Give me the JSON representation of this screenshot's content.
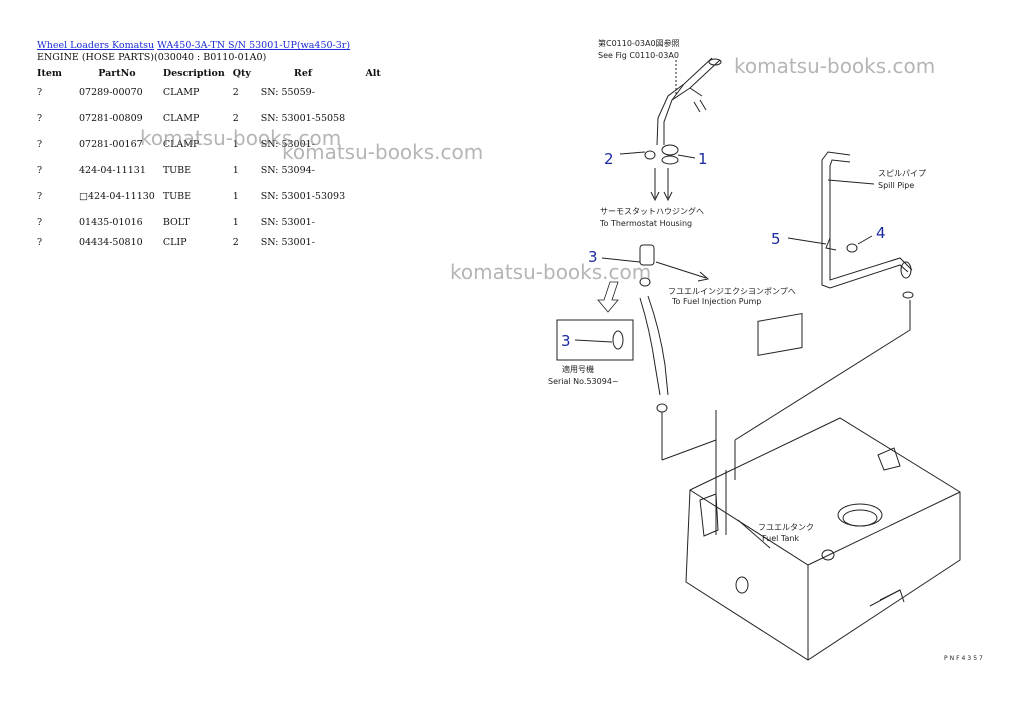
{
  "breadcrumb": {
    "link1": "Wheel Loaders Komatsu",
    "link2": "WA450-3A-TN S/N 53001-UP(wa450-3r)"
  },
  "subtitle": "ENGINE (HOSE PARTS)(030040 : B0110-01A0)",
  "table": {
    "headers": [
      "Item",
      "PartNo",
      "Description",
      "Qty",
      "Ref",
      "Alt"
    ],
    "rows": [
      {
        "item": "?",
        "part": "07289-00070",
        "desc": "CLAMP",
        "qty": "2",
        "ref": "SN: 55059-",
        "alt": ""
      },
      {
        "item": "?",
        "part": "07281-00809",
        "desc": "CLAMP",
        "qty": "2",
        "ref": "SN: 53001-55058",
        "alt": ""
      },
      {
        "item": "?",
        "part": "07281-00167",
        "desc": "CLAMP",
        "qty": "1",
        "ref": "SN: 53001-",
        "alt": ""
      },
      {
        "item": "?",
        "part": "424-04-11131",
        "desc": "TUBE",
        "qty": "1",
        "ref": "SN: 53094-",
        "alt": ""
      },
      {
        "item": "?",
        "part": "□424-04-11130",
        "desc": "TUBE",
        "qty": "1",
        "ref": "SN: 53001-53093",
        "alt": ""
      },
      {
        "item": "?",
        "part": "01435-01016",
        "desc": "BOLT",
        "qty": "1",
        "ref": "SN: 53001-",
        "alt": ""
      },
      {
        "item": "?",
        "part": "04434-50810",
        "desc": "CLIP",
        "qty": "2",
        "ref": "SN: 53001-",
        "alt": ""
      }
    ]
  },
  "watermark": "komatsu-books.com",
  "diagram": {
    "see_fig_jp": "第C0110-03A0図参照",
    "see_fig_en": "See Fig C0110-03A0",
    "thermo_jp": "サーモスタットハウジングへ",
    "thermo_en": "To Thermostat Housing",
    "spill_jp": "スピルパイプ",
    "spill_en": "Spill Pipe",
    "pump_jp": "フユエルインジエクシヨンポンプへ",
    "pump_en": "To Fuel Injection Pump",
    "serial_jp": "適用号機",
    "serial_en": "Serial No.53094~",
    "tank_jp": "フユエルタンク",
    "tank_en": "Fuel Tank",
    "code": "PNF4357",
    "callouts": [
      "1",
      "2",
      "3",
      "3",
      "4",
      "5"
    ]
  }
}
